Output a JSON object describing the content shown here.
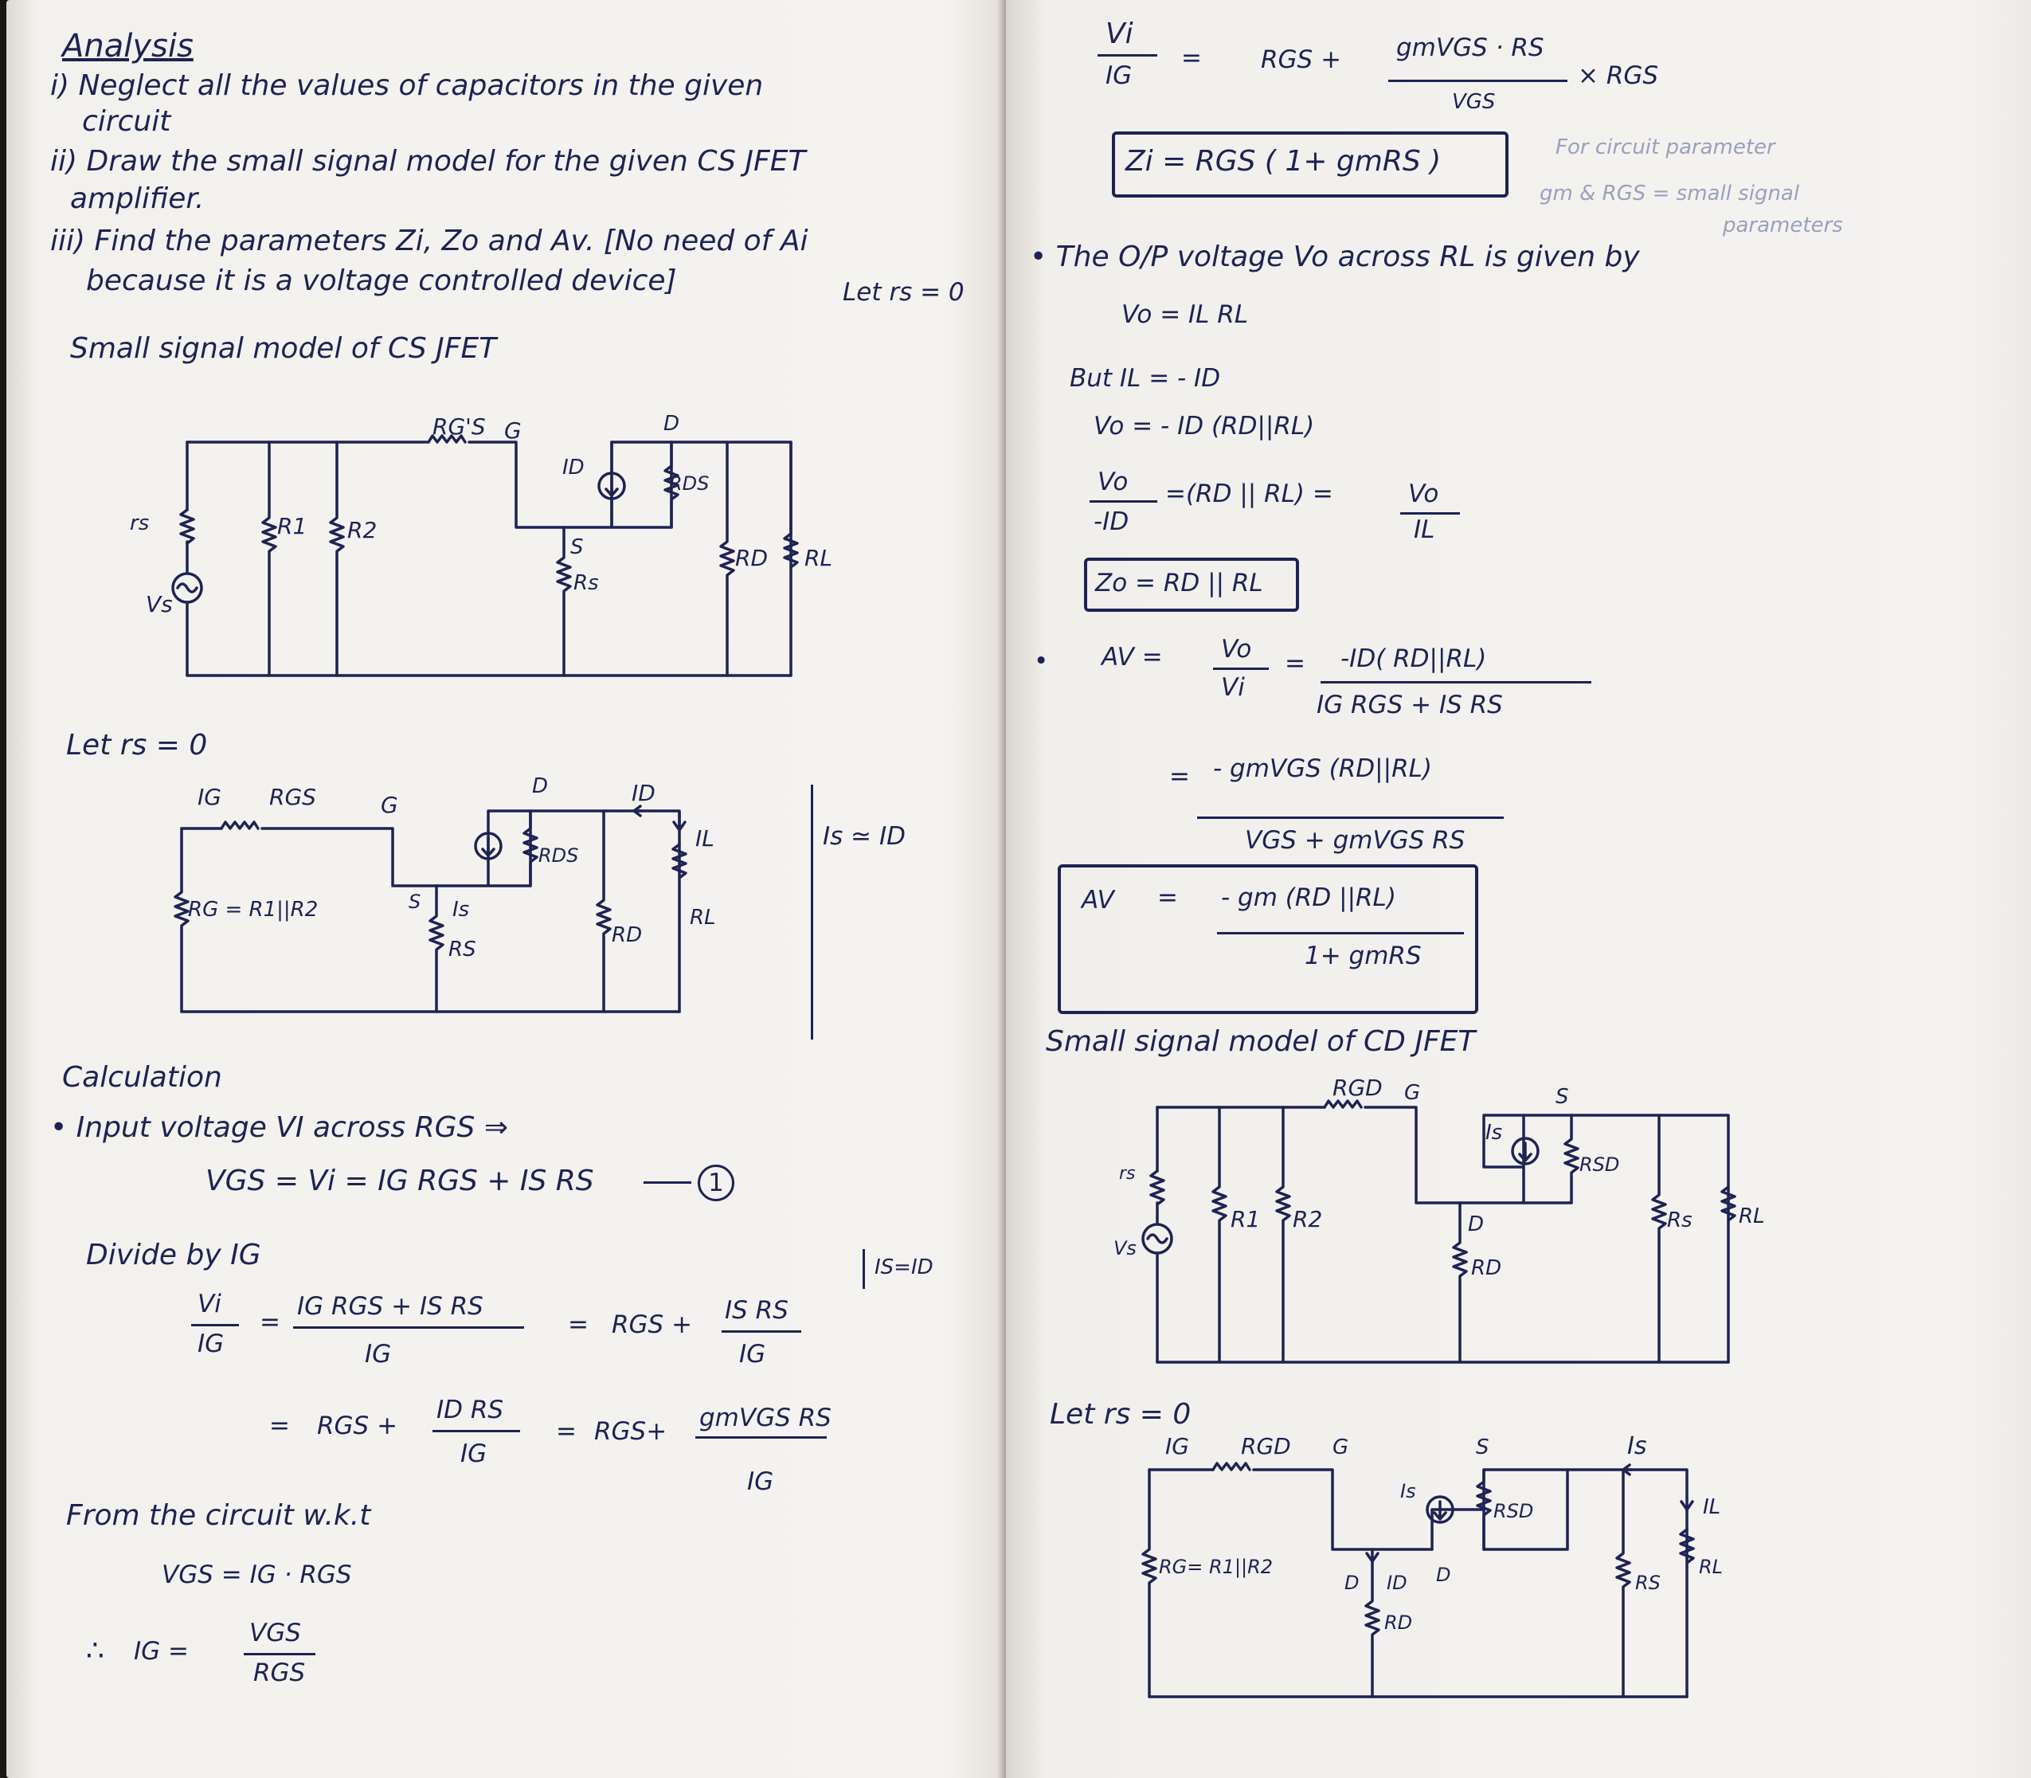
{
  "left_page": {
    "heading": "Analysis",
    "step1_a": "i) Neglect all the values of capacitors in the given",
    "step1_b": "circuit",
    "step2_a": "ii) Draw the small signal model for the given CS JFET",
    "step2_b": "amplifier.",
    "step3_a": "iii) Find the parameters Zi, Zo and Av. [No need of Ai",
    "step3_b": "because it is a voltage controlled device]",
    "let_rs_zero_note": "Let rs = 0",
    "section1_title": "Small signal model of CS JFET",
    "circuit1_labels": {
      "rgs": "RG'S",
      "g": "G",
      "d": "D",
      "id": "ID",
      "rds": "RDS",
      "s": "S",
      "rs_src": "rs",
      "r1": "R1",
      "r2": "R2",
      "rd": "RD",
      "rl": "RL",
      "vs": "Vs",
      "rs": "Rs"
    },
    "let_rs_zero": "Let rs = 0",
    "circuit2_labels": {
      "ig": "IG",
      "rgs": "RGS",
      "g": "G",
      "d": "D",
      "id": "ID",
      "il": "IL",
      "rds": "RDS",
      "rg": "RG = R1||R2",
      "s": "S",
      "is": "Is",
      "rs": "RS",
      "rd": "RD",
      "rl": "RL"
    },
    "is_approx_id": "Is ≃ ID",
    "calc_title": "Calculation",
    "input_voltage_line": "• Input voltage VI across RGS ⇒",
    "eq1": "VGS = Vi = IG RGS + IS RS",
    "eq1_number": "1",
    "divide_by": "Divide by IG",
    "is_eq_id": "IS=ID",
    "frac_vi": "Vi",
    "frac_ig": "IG",
    "frac_num1": "IG RGS + IS RS",
    "frac_den1": "IG",
    "rgs_plus": "RGS +",
    "frac_num2": "IS RS",
    "frac_den2": "IG",
    "rgs_plus2": "RGS +",
    "frac_num3": "ID RS",
    "frac_den3": "IG",
    "rgs_plus3": "RGS+",
    "frac_num4": "gmVGS RS",
    "frac_den4": "IG",
    "from_circuit": "From the circuit w.k.t",
    "vgs_eq": "VGS = IG · RGS",
    "therefore": "∴",
    "ig_eq": "IG =",
    "ig_num": "VGS",
    "ig_den": "RGS"
  },
  "right_page": {
    "top_vi": "Vi",
    "top_ig": "IG",
    "top_rgs_plus": "RGS +",
    "top_num": "gmVGS · RS",
    "top_den": "VGS",
    "top_times": "× RGS",
    "zi_box": "Zi = RGS ( 1+ gmRS )",
    "side_note_1": "For circuit parameter",
    "side_note_2": "gm & RGS = small signal",
    "side_note_3": "parameters",
    "vo_line": "• The O/P voltage Vo across RL is given by",
    "vo_eq": "Vo = IL RL",
    "but_il": "But IL = - ID",
    "vo_eq2": "Vo = - ID (RD||RL)",
    "vo_frac_num": "Vo",
    "vo_frac_den": "-ID",
    "vo_frac_mid": "=(RD || RL) =",
    "vo_il_num": "Vo",
    "vo_il_den": "IL",
    "zo_box": "Zo = RD || RL",
    "av_label": "AV =",
    "av_num1": "Vo",
    "av_den1": "Vi",
    "av_num2": "-ID( RD||RL)",
    "av_den2": "IG RGS + IS RS",
    "av_num3": "- gmVGS (RD||RL)",
    "av_den3": "VGS + gmVGS RS",
    "av_box_label": "AV",
    "av_box_num": "- gm (RD ||RL)",
    "av_box_den": "1+ gmRS",
    "section2_title": "Small signal model of CD JFET",
    "circuit3_labels": {
      "rgd": "RGD",
      "g": "G",
      "s": "S",
      "is": "Is",
      "rsd": "RSD",
      "rs_src": "rs",
      "r1": "R1",
      "r2": "R2",
      "d": "D",
      "rd": "RD",
      "rs": "Rs",
      "rl": "RL",
      "vs": "Vs"
    },
    "let_rs_zero": "Let rs = 0",
    "circuit4_labels": {
      "ig": "IG",
      "rgd": "RGD",
      "g": "G",
      "s": "S",
      "is_top": "Is",
      "is_src": "Is",
      "rsd": "RSD",
      "il": "IL",
      "rg": "RG= R1||R2",
      "d1": "D",
      "id": "ID",
      "d2": "D",
      "rd": "RD",
      "rs": "RS",
      "rl": "RL"
    }
  }
}
